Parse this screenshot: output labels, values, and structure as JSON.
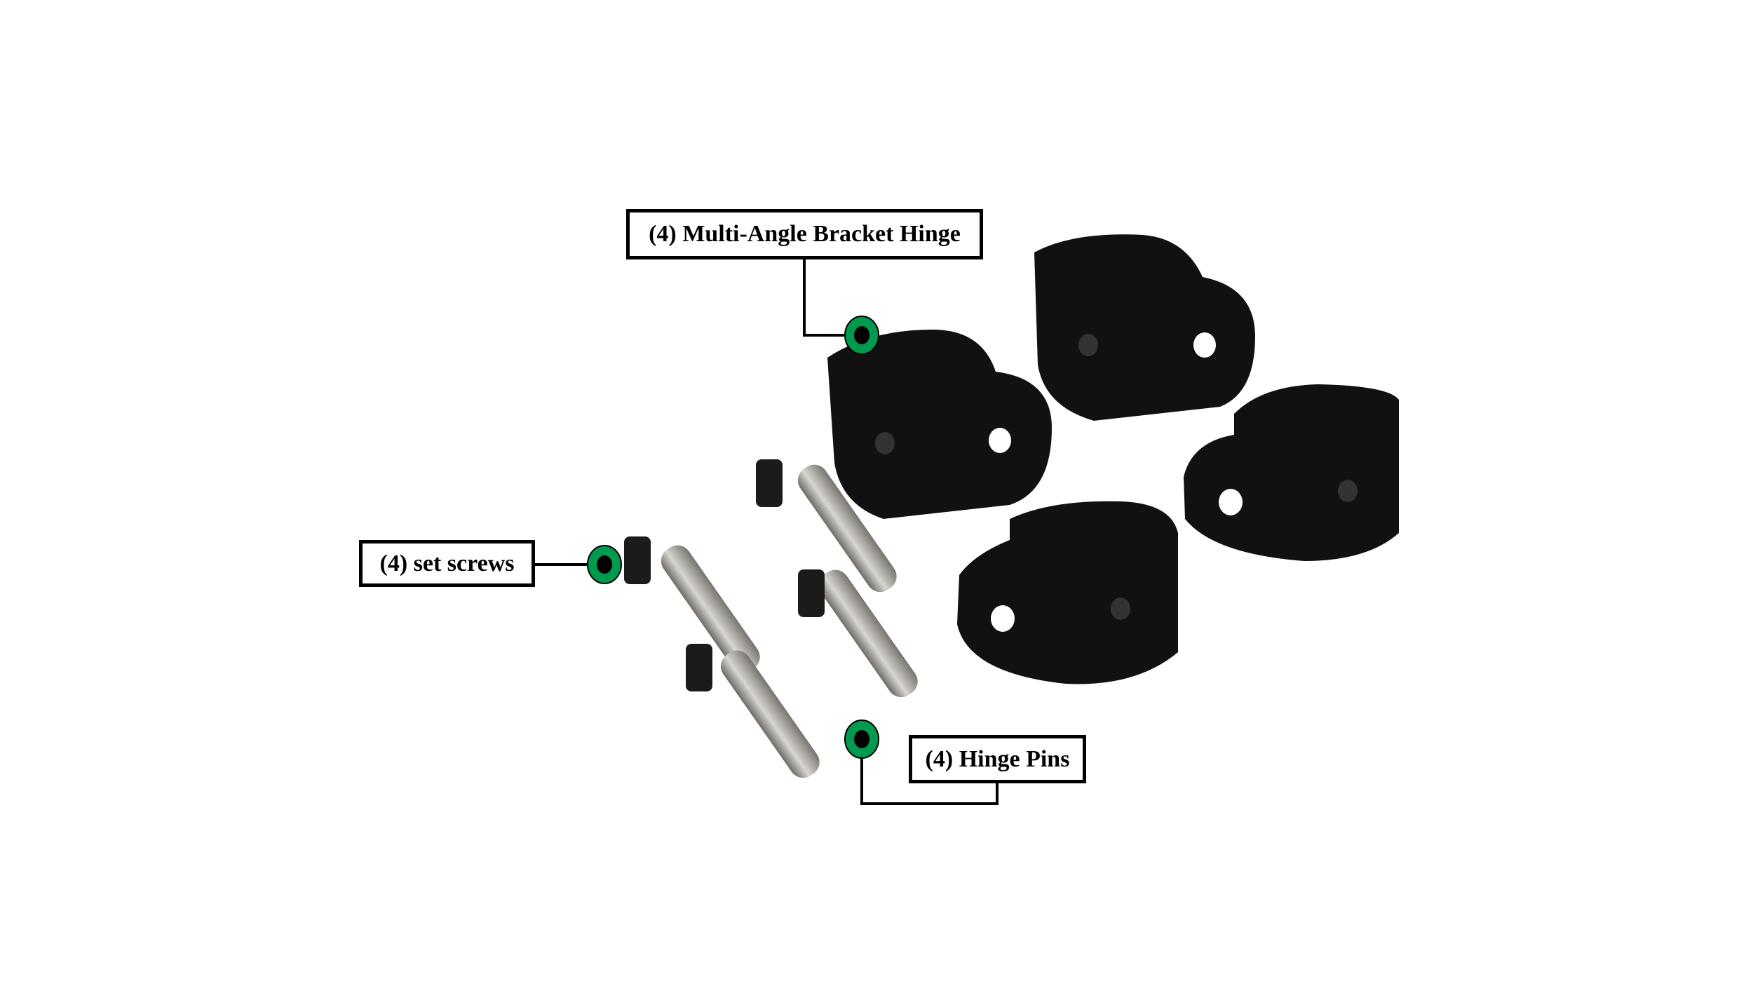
{
  "callouts": {
    "bracket_hinge": "(4) Multi-Angle Bracket Hinge",
    "set_screws": "(4) set screws",
    "hinge_pins": "(4) Hinge Pins"
  },
  "colors": {
    "marker_ring": "#009a4e",
    "marker_center": "#000000",
    "bracket": "#111111",
    "pin": "#9a968f"
  }
}
